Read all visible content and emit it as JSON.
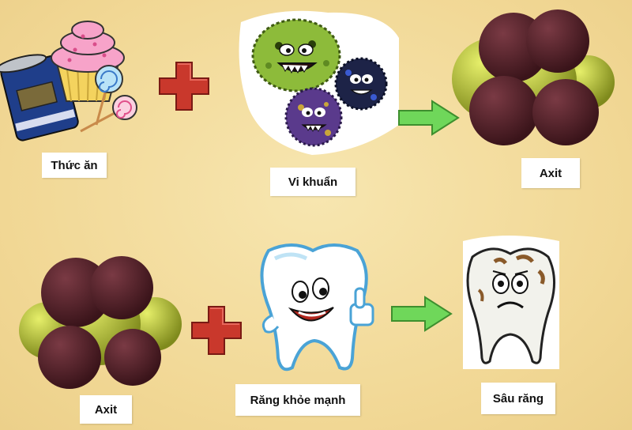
{
  "row1": {
    "food_label": "Thức ăn",
    "bacteria_label": "Vi khuẩn",
    "acid_label": "Axit"
  },
  "row2": {
    "acid_label": "Axit",
    "healthy_tooth_label": "Răng khỏe mạnh",
    "decay_label": "Sâu răng"
  },
  "colors": {
    "background": "#f3dc9e",
    "plus_red": "#c9382c",
    "arrow_green": "#6fd75a",
    "molecule_dark": "#4a1f26",
    "molecule_yellow": "#b9c53a",
    "bacteria_green": "#8dbb3a",
    "bacteria_navy": "#1d2347",
    "bacteria_purple": "#5a3a8c"
  }
}
